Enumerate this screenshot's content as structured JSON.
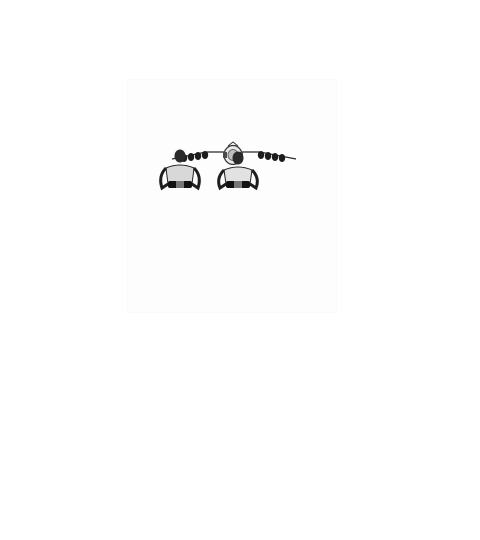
{
  "image": {
    "subject": "two-wrestlers-with-championship-belt",
    "background_color": "#ffffff",
    "panel_color": "#fdfdfd",
    "ink_color": "#1a1a1a"
  },
  "figures": [
    {
      "name": "left-wrestler",
      "pose": "hands-on-hips",
      "wears": "belt"
    },
    {
      "name": "right-wrestler",
      "pose": "hands-on-hips",
      "wears": "belt"
    }
  ],
  "belt": {
    "name": "championship-belt",
    "plates": 8,
    "center_plate": "crest"
  }
}
